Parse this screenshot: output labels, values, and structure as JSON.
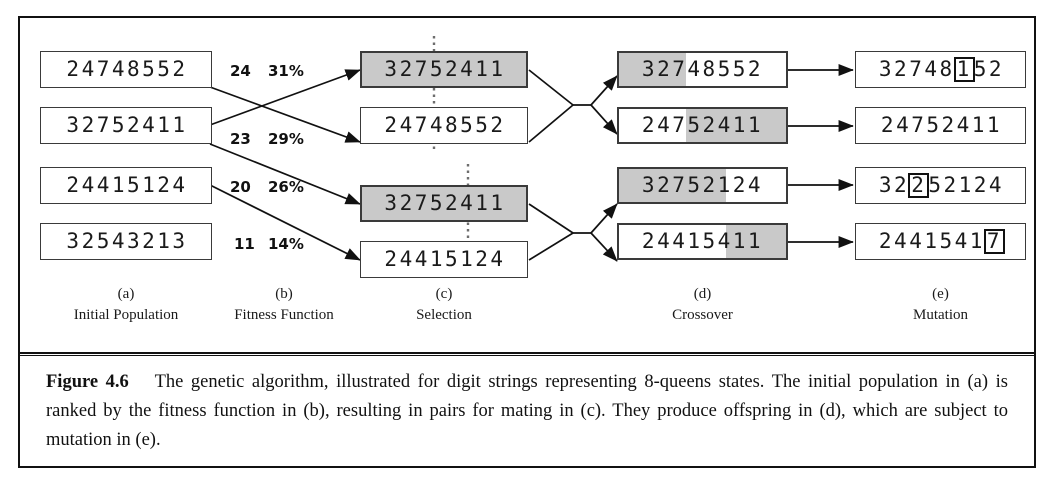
{
  "figure": {
    "label": "Figure 4.6",
    "caption": "The genetic algorithm, illustrated for digit strings representing 8-queens states. The initial population in (a) is ranked by the fitness function in (b), resulting in pairs for mating in (c). They produce offspring in (d), which are subject to mutation in (e)."
  },
  "columns": [
    {
      "letter": "(a)",
      "name": "Initial Population"
    },
    {
      "letter": "(b)",
      "name": "Fitness Function"
    },
    {
      "letter": "(c)",
      "name": "Selection"
    },
    {
      "letter": "(d)",
      "name": "Crossover"
    },
    {
      "letter": "(e)",
      "name": "Mutation"
    }
  ],
  "initial_population": [
    {
      "string": "24748552"
    },
    {
      "string": "32752411"
    },
    {
      "string": "24415124"
    },
    {
      "string": "32543213"
    }
  ],
  "fitness": [
    {
      "score": "24",
      "percent": "31%"
    },
    {
      "score": "23",
      "percent": "29%"
    },
    {
      "score": "20",
      "percent": "26%"
    },
    {
      "score": "11",
      "percent": "14%"
    }
  ],
  "selection": [
    {
      "string": "32752411",
      "shaded": true,
      "cut_after": 3
    },
    {
      "string": "24748552",
      "shaded": false,
      "cut_after": 3
    },
    {
      "string": "32752411",
      "shaded": true,
      "cut_after": 5
    },
    {
      "string": "24415124",
      "shaded": false,
      "cut_after": 5
    }
  ],
  "crossover": [
    {
      "head": "327",
      "tail": "48552",
      "shade_side": "left"
    },
    {
      "head": "247",
      "tail": "52411",
      "shade_side": "right"
    },
    {
      "head": "32752",
      "tail": "124",
      "shade_side": "left"
    },
    {
      "head": "24415",
      "tail": "411",
      "shade_side": "right"
    }
  ],
  "mutation": [
    {
      "before": "32748",
      "mutated": "1",
      "after": "52"
    },
    {
      "before": "24752411",
      "mutated": "",
      "after": ""
    },
    {
      "before": "32",
      "mutated": "2",
      "after": "52124"
    },
    {
      "before": "2441541",
      "mutated": "7",
      "after": ""
    }
  ],
  "colors": {
    "shade": "#c9c9c9",
    "box_border": "#3a3a3a",
    "frame": "#111111",
    "text": "#1a1a1a"
  }
}
